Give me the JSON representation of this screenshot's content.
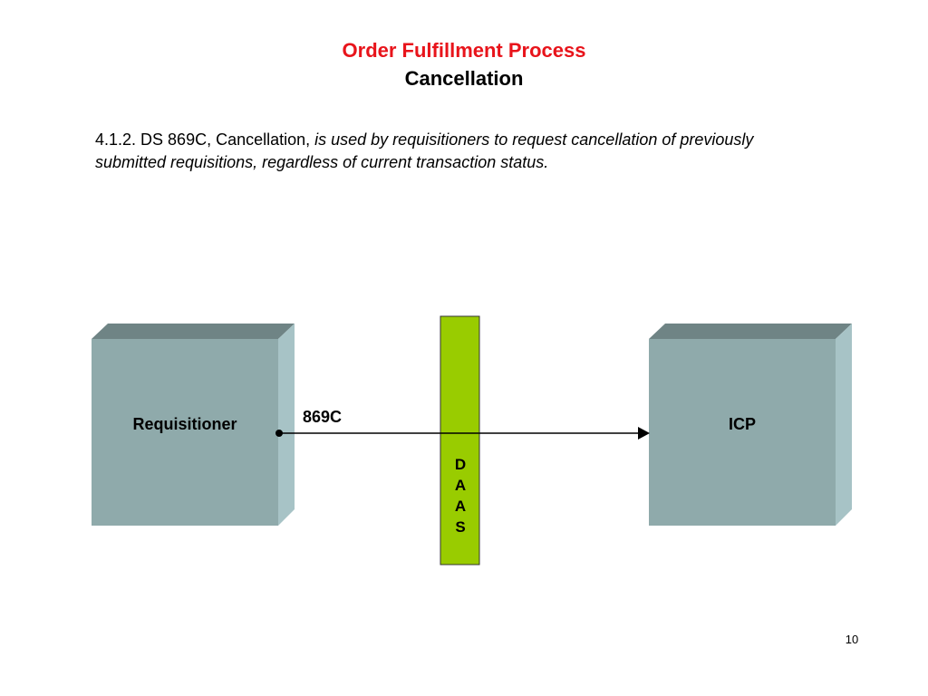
{
  "slide": {
    "title": "Order Fulfillment Process",
    "subtitle": "Cancellation",
    "description_lead": "4.1.2. DS 869C, Cancellation, ",
    "description_body": "is used by requisitioners to request cancellation of previously submitted requisitions, regardless of current transaction status.",
    "page_number": "10"
  },
  "diagram": {
    "source_box": "Requisitioner",
    "target_box": "ICP",
    "message": "869C",
    "gateway_letters": [
      "D",
      "A",
      "A",
      "S"
    ],
    "colors": {
      "box_front": "#8faaab",
      "box_top": "#6f8485",
      "box_side": "#a7c3c6",
      "gateway_fill": "#99cc00",
      "title_red": "#e8141b"
    }
  }
}
